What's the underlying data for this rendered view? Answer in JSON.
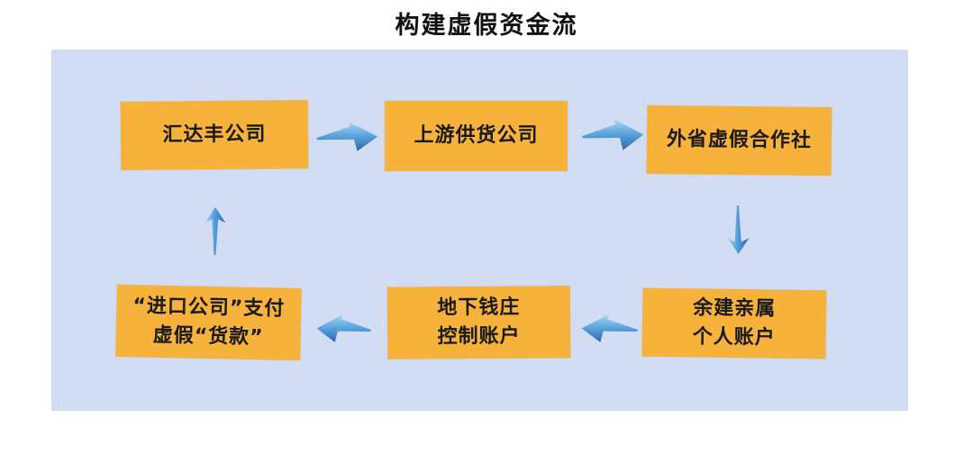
{
  "title": "构建虚假资金流",
  "diagram": {
    "nodes": [
      {
        "id": "huidafeng-company",
        "lines": [
          "汇达丰公司"
        ]
      },
      {
        "id": "upstream-supplier",
        "lines": [
          "上游供货公司"
        ]
      },
      {
        "id": "out-of-province-fake-coop",
        "lines": [
          "外省虚假合作社"
        ]
      },
      {
        "id": "import-company-fake-payment",
        "lines": [
          "“进口公司”支付",
          "虚假“货款”"
        ]
      },
      {
        "id": "underground-bank-accounts",
        "lines": [
          "地下钱庄",
          "控制账户"
        ]
      },
      {
        "id": "yujian-relatives-accounts",
        "lines": [
          "余建亲属",
          "个人账户"
        ]
      }
    ],
    "edges": [
      {
        "from": "汇达丰公司",
        "to": "上游供货公司",
        "direction": "right"
      },
      {
        "from": "上游供货公司",
        "to": "外省虚假合作社",
        "direction": "right"
      },
      {
        "from": "外省虚假合作社",
        "to": "余建亲属个人账户",
        "direction": "down"
      },
      {
        "from": "余建亲属个人账户",
        "to": "地下钱庄控制账户",
        "direction": "left"
      },
      {
        "from": "地下钱庄控制账户",
        "to": "“进口公司”支付虚假“货款”",
        "direction": "left"
      },
      {
        "from": "“进口公司”支付虚假“货款”",
        "to": "汇达丰公司",
        "direction": "up"
      }
    ]
  },
  "colors": {
    "page_background": "#FFFFFF",
    "panel_background": "#D2DCF2",
    "node_fill": "#F6B23B",
    "node_text": "#1A1A1A",
    "title_text": "#111111",
    "arrow_blue_light": "#A9D6F4",
    "arrow_blue_mid": "#5EA7DE",
    "arrow_blue_dark": "#2B66AF"
  }
}
